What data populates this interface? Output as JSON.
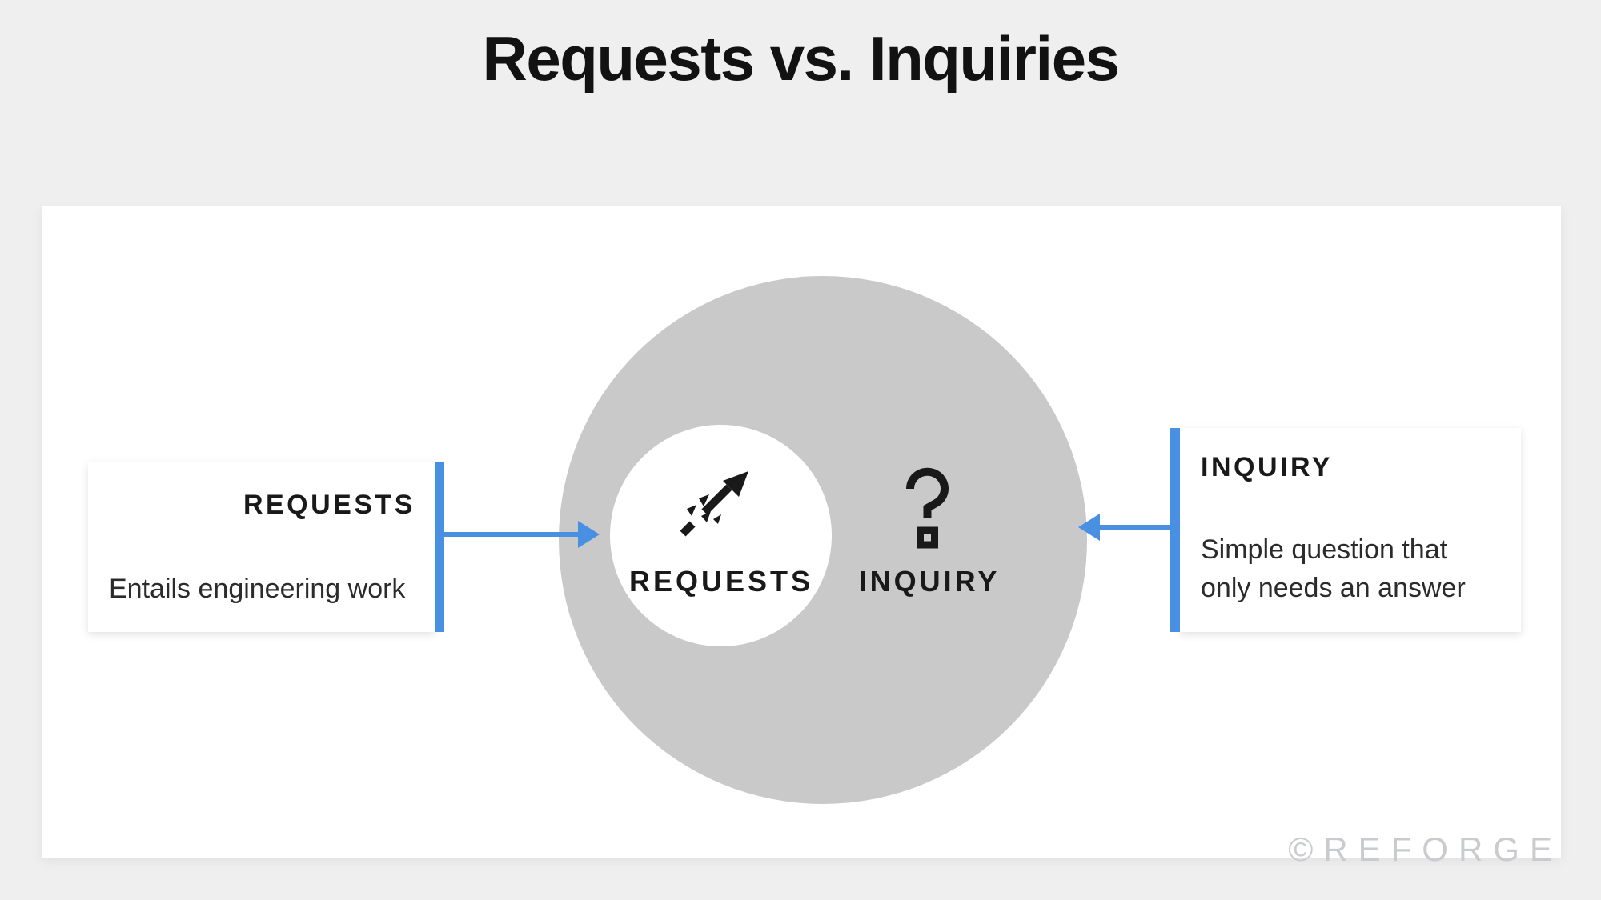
{
  "page": {
    "title": "Requests vs. Inquiries",
    "watermark": "©REFORGE"
  },
  "diagram": {
    "outer_circle_label": "INQUIRY",
    "inner_circle_label": "REQUESTS",
    "left_callout": {
      "title": "REQUESTS",
      "description": "Entails engineering work"
    },
    "right_callout": {
      "title": "INQUIRY",
      "description_line1": "Simple question that",
      "description_line2": "only needs an answer"
    },
    "icons": {
      "inner_circle": "growth-arrow-icon",
      "outer_ring": "question-mark-icon"
    },
    "colors": {
      "accent_blue": "#4a90e2",
      "ring_gray": "#c9c9c9",
      "page_background": "#efeff0",
      "card_background": "#ffffff",
      "text_primary": "#191919",
      "watermark_gray": "#c9cbce"
    }
  }
}
